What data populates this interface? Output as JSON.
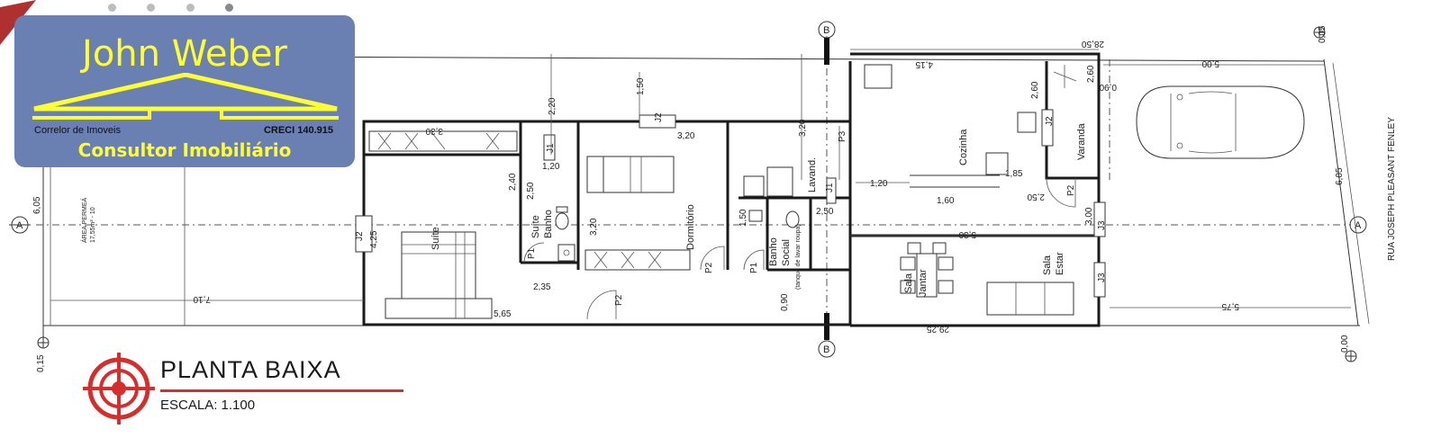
{
  "carousel": {
    "slide_count": 4,
    "active_slide": 4
  },
  "logo": {
    "name": "John Weber",
    "tagline": "Consultor Imobiliário",
    "corretor": "Correlor de Imoveis",
    "creci": "CRECI 140.915"
  },
  "title": {
    "main": "PLANTA BAIXA",
    "scale": "ESCALA: 1.100"
  },
  "colors": {
    "logo_bg": "#6a7fb2",
    "logo_text": "#ffff33",
    "accent_red": "#d32f2f"
  },
  "icons": [
    "section-marker-a-icon",
    "section-marker-b-icon",
    "level-marker-icon",
    "target-icon",
    "car-icon",
    "sofa-icon",
    "bed-icon",
    "toilet-icon"
  ],
  "plan": {
    "section_a": "A",
    "section_b": "B",
    "street": "RUA JOSEPH PLEASANT FENLEY",
    "area_note_1": "ÁREA PERMEÁ",
    "area_note_2": "17,55m² - 10",
    "service_note": "(tanque de lavar roupa)",
    "rooms": {
      "suite": "Suíte",
      "suite_banho_1": "Suíte",
      "suite_banho_2": "Banho",
      "dormitorio": "Dormitório",
      "banho_social_1": "Banho",
      "banho_social_2": "Social",
      "lavanderia": "Lavand.",
      "cozinha": "Cozinha",
      "varanda": "Varanda",
      "sala_jantar_1": "Sala",
      "sala_jantar_2": "Jantar",
      "sala_estar_1": "Sala",
      "sala_estar_2": "Estar"
    },
    "doors": {
      "p1": "P1",
      "p2": "P2",
      "p3": "P3",
      "j1": "J1",
      "j2": "J2",
      "j3": "J3"
    },
    "dims": {
      "d_28_50": "28,50",
      "d_5_00": "5,00",
      "d_0_05": "0,05",
      "d_4_15": "4,15",
      "d_2_60a": "2,60",
      "d_2_60b": "2,60",
      "d_1_50a": "1,50",
      "d_2_20": "2,20",
      "d_3_20a": "3,20",
      "d_3_30": "3,30",
      "d_3_20b": "3,20",
      "d_1_20a": "1,20",
      "d_2_40": "2,40",
      "d_2_50a": "2,50",
      "d_1_20b": "1,20",
      "d_1_60": "1,60",
      "d_2_50b": "2,50",
      "d_1_85": "1,85",
      "d_0_90a": "0,90",
      "d_3_20c": "3,20",
      "d_1_50b": "1,50",
      "d_2_50c": "2,50",
      "d_5_30": "5,30",
      "d_3_00": "3,00",
      "d_6_05a": "6,05",
      "d_6_05b": "6,05",
      "d_4_25": "4,25",
      "d_7_10": "7,10",
      "d_2_35": "2,35",
      "d_5_65": "5,65",
      "d_0_90b": "0,90",
      "d_29_25": "29,25",
      "d_5_75": "5,75",
      "d_0_15": "0,15",
      "d_0_00": "0,00"
    }
  }
}
